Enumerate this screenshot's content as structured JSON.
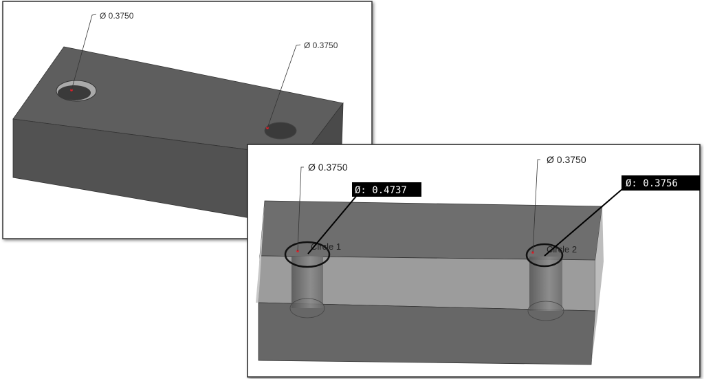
{
  "panel_cad_model": {
    "holes": [
      {
        "dimension": "Ø 0.3750"
      },
      {
        "dimension": "Ø 0.3750"
      }
    ]
  },
  "panel_measurement": {
    "holes": [
      {
        "dimension": "Ø 0.3750",
        "label": "Circle 1",
        "measured": "Ø:  0.4737"
      },
      {
        "dimension": "Ø 0.3750",
        "label": "Circle 2",
        "measured": "Ø:  0.3756"
      }
    ]
  },
  "colors": {
    "marker": "#e0202a",
    "measure_box": "#000000"
  }
}
